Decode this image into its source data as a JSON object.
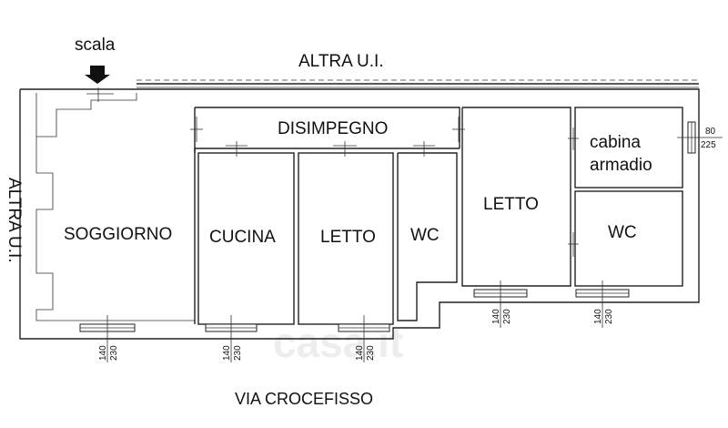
{
  "labels": {
    "scala": "scala",
    "altra_top": "ALTRA U.I.",
    "altra_left": "ALTRA U.I.",
    "street": "VIA CROCEFISSO"
  },
  "rooms": {
    "disimpegno": "DISIMPEGNO",
    "soggiorno": "SOGGIORNO",
    "cucina": "CUCINA",
    "letto1": "LETTO",
    "wc1": "WC",
    "letto2": "LETTO",
    "cabina1": "cabina",
    "cabina2": "armadio",
    "wc2": "WC"
  },
  "windows": [
    {
      "w": "140",
      "h": "230"
    },
    {
      "w": "140",
      "h": "230"
    },
    {
      "w": "140",
      "h": "230"
    },
    {
      "w": "140",
      "h": "230"
    },
    {
      "w": "140",
      "h": "230"
    }
  ],
  "side_window": {
    "w": "80",
    "h": "225"
  },
  "watermark": "casa.it"
}
